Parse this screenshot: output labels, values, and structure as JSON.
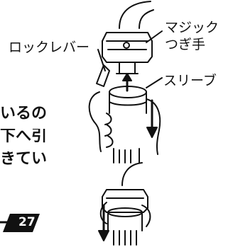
{
  "labels": {
    "magic_joint_line1": "マジック",
    "magic_joint_line2": "つぎ手",
    "lock_lever": "ロックレバー",
    "sleeve": "スリーブ"
  },
  "text_fragments": [
    "いるの",
    "下へ引",
    "きてい"
  ],
  "page_number": "27"
}
